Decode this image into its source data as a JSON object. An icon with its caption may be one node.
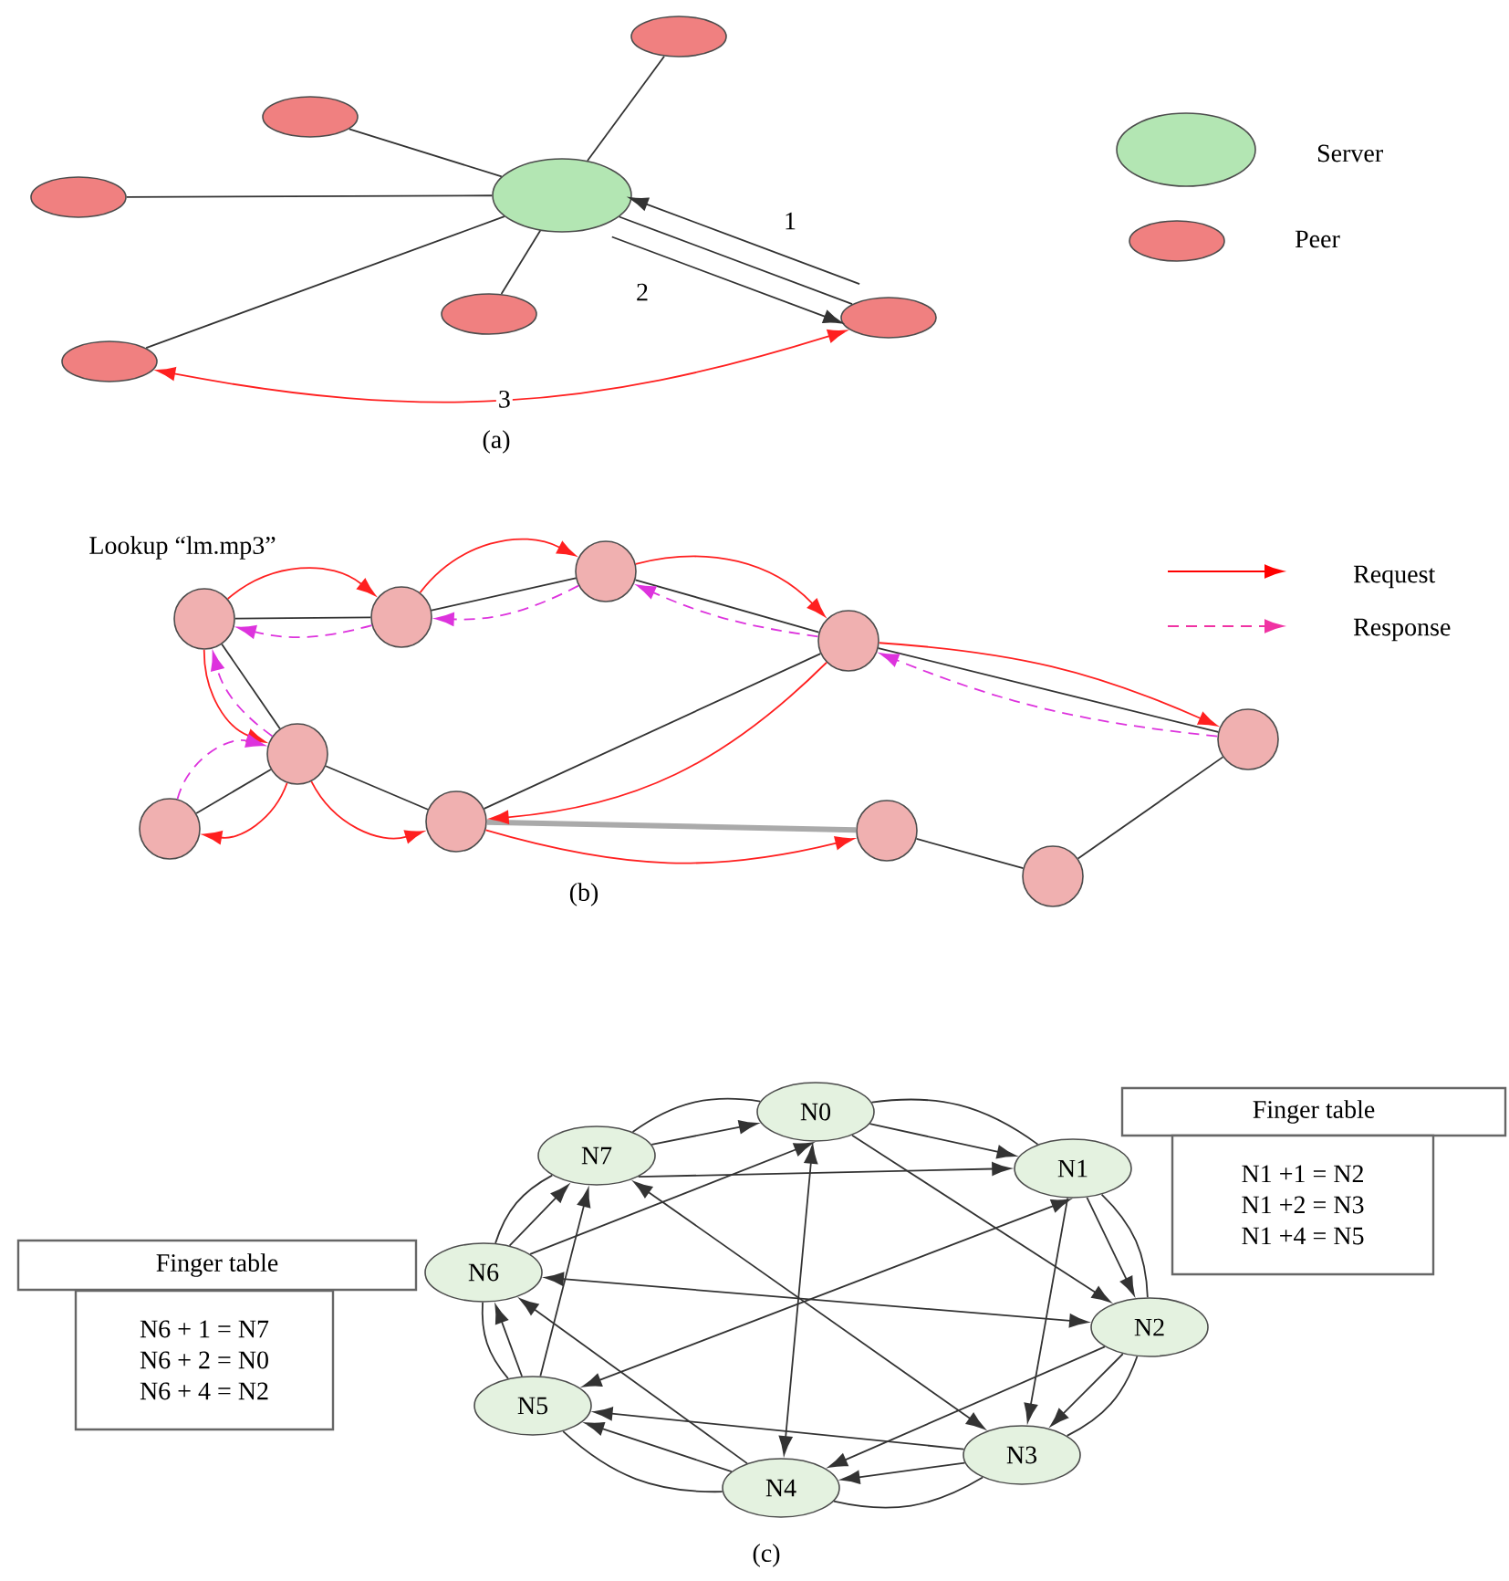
{
  "diagram": {
    "nodes": [
      {
        "text": [],
        "shape": "ellipse"
      },
      {
        "text": [],
        "shape": "ellipse"
      },
      {
        "text": [],
        "shape": "ellipse"
      },
      {
        "text": [],
        "shape": "ellipse"
      },
      {
        "text": [],
        "shape": "ellipse"
      },
      {
        "text": [],
        "shape": "ellipse"
      },
      {
        "text": [],
        "shape": "ellipse"
      },
      {
        "text": [],
        "shape": "circle"
      },
      {
        "text": [],
        "shape": "circle"
      },
      {
        "text": [],
        "shape": "circle"
      },
      {
        "text": [],
        "shape": "circle"
      },
      {
        "text": [],
        "shape": "circle"
      },
      {
        "text": [],
        "shape": "circle"
      },
      {
        "text": [],
        "shape": "circle"
      },
      {
        "text": [],
        "shape": "circle"
      },
      {
        "text": [],
        "shape": "circle"
      },
      {
        "text": [],
        "shape": "circle"
      },
      {
        "text": [
          "N0"
        ]
      },
      {
        "text": [
          "N1"
        ]
      },
      {
        "text": [
          "N2"
        ]
      },
      {
        "text": [
          "N3"
        ]
      },
      {
        "text": [
          "N4"
        ]
      },
      {
        "text": [
          "N5"
        ]
      },
      {
        "text": [
          "N6"
        ]
      },
      {
        "text": [
          "N7"
        ]
      },
      {
        "text": [
          "Finger table"
        ]
      },
      {
        "text": [
          "N1 +1 = N2",
          "N1 +2 = N3",
          "N1 +4 = N5"
        ]
      },
      {
        "text": [
          "Finger table"
        ]
      },
      {
        "text": [
          "N6 + 1 = N7",
          "N6 + 2 = N0",
          "N6 + 4 = N2"
        ]
      }
    ],
    "edges": [
      {
        "from": 0,
        "to": 1,
        "arrow": "none"
      },
      {
        "from": 0,
        "to": 2,
        "arrow": "none"
      },
      {
        "from": 0,
        "to": 3,
        "arrow": "none"
      },
      {
        "from": 0,
        "to": 4,
        "arrow": "none"
      },
      {
        "from": 0,
        "to": 6,
        "arrow": "none"
      },
      {
        "from": 0,
        "to": 5,
        "arrow": "none"
      },
      {
        "from": 5,
        "to": 0,
        "arrow": "to",
        "label": "1"
      },
      {
        "from": 0,
        "to": 5,
        "arrow": "to",
        "label": "2"
      },
      {
        "from": 6,
        "to": 5,
        "arrow": "both",
        "label": "3",
        "color": "#ff2020"
      },
      {
        "from": 7,
        "to": 8,
        "arrow": "none"
      },
      {
        "from": 8,
        "to": 9,
        "arrow": "none"
      },
      {
        "from": 9,
        "to": 10,
        "arrow": "none"
      },
      {
        "from": 7,
        "to": 11,
        "arrow": "none"
      },
      {
        "from": 11,
        "to": 12,
        "arrow": "none"
      },
      {
        "from": 11,
        "to": 13,
        "arrow": "none"
      },
      {
        "from": 13,
        "to": 10,
        "arrow": "none"
      },
      {
        "from": 13,
        "to": 14,
        "arrow": "none",
        "style": "thick",
        "color": "#aaaaaa"
      },
      {
        "from": 14,
        "to": 15,
        "arrow": "none"
      },
      {
        "from": 15,
        "to": 16,
        "arrow": "none"
      },
      {
        "from": 10,
        "to": 16,
        "arrow": "none"
      },
      {
        "from": 7,
        "to": 8,
        "arrow": "to",
        "color": "#ff2020"
      },
      {
        "from": 8,
        "to": 9,
        "arrow": "to",
        "color": "#ff2020"
      },
      {
        "from": 9,
        "to": 10,
        "arrow": "to",
        "color": "#ff2020"
      },
      {
        "from": 10,
        "to": 16,
        "arrow": "to",
        "color": "#ff2020"
      },
      {
        "from": 10,
        "to": 13,
        "arrow": "to",
        "color": "#ff2020"
      },
      {
        "from": 7,
        "to": 11,
        "arrow": "to",
        "color": "#ff2020"
      },
      {
        "from": 11,
        "to": 12,
        "arrow": "to",
        "color": "#ff2020"
      },
      {
        "from": 11,
        "to": 13,
        "arrow": "to",
        "color": "#ff2020"
      },
      {
        "from": 13,
        "to": 14,
        "arrow": "to",
        "color": "#ff2020"
      },
      {
        "from": 8,
        "to": 7,
        "arrow": "to",
        "style": "dashed",
        "color": "#dd33dd"
      },
      {
        "from": 9,
        "to": 8,
        "arrow": "to",
        "style": "dashed",
        "color": "#dd33dd"
      },
      {
        "from": 10,
        "to": 9,
        "arrow": "to",
        "style": "dashed",
        "color": "#dd33dd"
      },
      {
        "from": 16,
        "to": 10,
        "arrow": "to",
        "style": "dashed",
        "color": "#dd33dd"
      },
      {
        "from": 11,
        "to": 7,
        "arrow": "to",
        "style": "dashed",
        "color": "#dd33dd"
      },
      {
        "from": 12,
        "to": 11,
        "arrow": "to",
        "style": "dashed",
        "color": "#dd33dd"
      },
      {
        "from": 17,
        "to": 18,
        "arrow": "none"
      },
      {
        "from": 18,
        "to": 19,
        "arrow": "none"
      },
      {
        "from": 19,
        "to": 20,
        "arrow": "none"
      },
      {
        "from": 20,
        "to": 21,
        "arrow": "none"
      },
      {
        "from": 21,
        "to": 22,
        "arrow": "none"
      },
      {
        "from": 22,
        "to": 23,
        "arrow": "none"
      },
      {
        "from": 23,
        "to": 24,
        "arrow": "none"
      },
      {
        "from": 24,
        "to": 17,
        "arrow": "none"
      },
      {
        "from": 17,
        "to": 18,
        "arrow": "to"
      },
      {
        "from": 18,
        "to": 19,
        "arrow": "to"
      },
      {
        "from": 19,
        "to": 20,
        "arrow": "to"
      },
      {
        "from": 20,
        "to": 21,
        "arrow": "to"
      },
      {
        "from": 21,
        "to": 22,
        "arrow": "to"
      },
      {
        "from": 22,
        "to": 23,
        "arrow": "to"
      },
      {
        "from": 23,
        "to": 24,
        "arrow": "to"
      },
      {
        "from": 24,
        "to": 17,
        "arrow": "to"
      },
      {
        "from": 17,
        "to": 19,
        "arrow": "to"
      },
      {
        "from": 18,
        "to": 20,
        "arrow": "to"
      },
      {
        "from": 19,
        "to": 21,
        "arrow": "to"
      },
      {
        "from": 20,
        "to": 22,
        "arrow": "to"
      },
      {
        "from": 21,
        "to": 23,
        "arrow": "to"
      },
      {
        "from": 22,
        "to": 24,
        "arrow": "to"
      },
      {
        "from": 23,
        "to": 17,
        "arrow": "to"
      },
      {
        "from": 24,
        "to": 18,
        "arrow": "to"
      },
      {
        "from": 17,
        "to": 21,
        "arrow": "both"
      },
      {
        "from": 18,
        "to": 22,
        "arrow": "both"
      },
      {
        "from": 19,
        "to": 23,
        "arrow": "both"
      },
      {
        "from": 20,
        "to": 24,
        "arrow": "both"
      }
    ],
    "labels": [
      "(a)",
      "Lookup “lm.mp3”",
      "(b)",
      "(c)"
    ],
    "legend": [
      {
        "text": "Server"
      },
      {
        "text": "Peer"
      },
      {
        "text": "Request"
      },
      {
        "text": "Response"
      }
    ]
  }
}
